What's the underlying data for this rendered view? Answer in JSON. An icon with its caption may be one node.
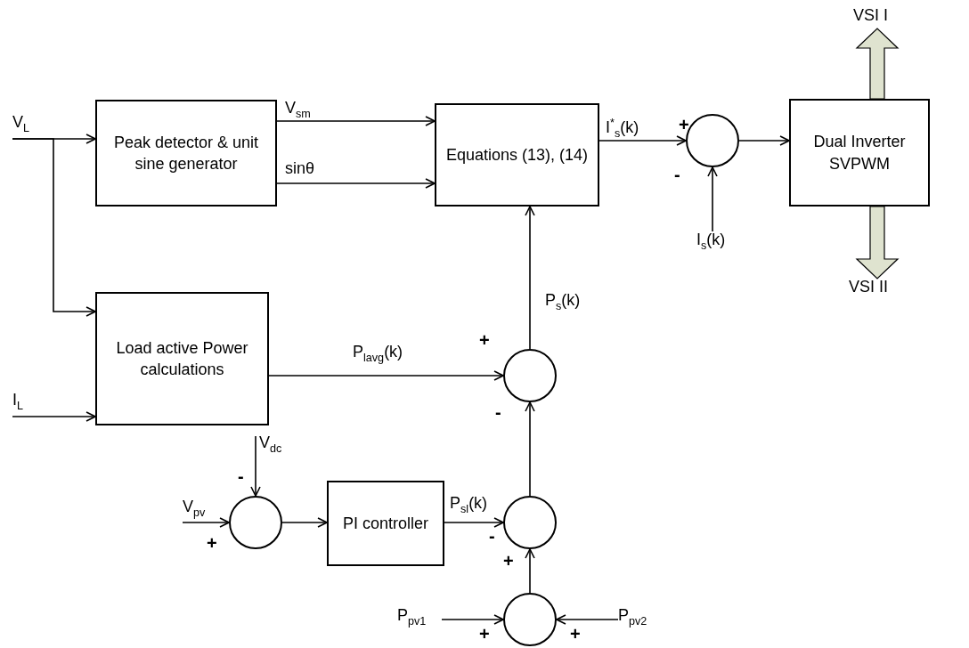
{
  "diagram": {
    "nodes": [
      {
        "text": [
          "V$_{L}$"
        ]
      },
      {
        "text": [
          "Peak detector & unit sine generator"
        ]
      },
      {
        "text": [
          "Equations (13), (14)"
        ]
      },
      {
        "text": [],
        "shape": "circle"
      },
      {
        "text": [
          "Dual Inverter SVPWM"
        ]
      },
      {
        "text": [
          "VSI I"
        ]
      },
      {
        "text": [
          "VSI II"
        ]
      },
      {
        "text": [
          "I$_{s}$(k)"
        ]
      },
      {
        "text": [
          "Load active Power calculations"
        ]
      },
      {
        "text": [
          "I$_{L}$"
        ]
      },
      {
        "text": [],
        "shape": "circle"
      },
      {
        "text": [
          "V$_{dc}$"
        ]
      },
      {
        "text": [
          "V$_{pv}$"
        ]
      },
      {
        "text": [],
        "shape": "circle"
      },
      {
        "text": [
          "PI controller"
        ]
      },
      {
        "text": [],
        "shape": "circle"
      },
      {
        "text": [
          "P$_{pv1}$"
        ]
      },
      {
        "text": [],
        "shape": "circle"
      },
      {
        "text": [
          "P$_{pv2}$"
        ]
      }
    ],
    "edges": [
      {
        "from": 0,
        "to": 1,
        "arrow": "to"
      },
      {
        "from": 0,
        "to": 8,
        "arrow": "to"
      },
      {
        "from": 1,
        "to": 2,
        "label": "V$_{sm}$",
        "arrow": "to"
      },
      {
        "from": 1,
        "to": 2,
        "label": "sinθ",
        "arrow": "to"
      },
      {
        "from": 2,
        "to": 3,
        "label": "I$^{*}$$_{s}$(k)",
        "arrow": "to"
      },
      {
        "from": 3,
        "to": 4,
        "arrow": "to"
      },
      {
        "from": 10,
        "to": 2,
        "label": "P$_{s}$(k)",
        "arrow": "to"
      },
      {
        "from": 8,
        "to": 10,
        "label": "P$_{lavg}$(k)",
        "arrow": "to"
      },
      {
        "from": 15,
        "to": 10,
        "arrow": "to"
      },
      {
        "from": 14,
        "to": 15,
        "label": "P$_{sl}$(k)",
        "arrow": "to"
      },
      {
        "from": 17,
        "to": 15,
        "arrow": "to"
      },
      {
        "from": 16,
        "to": 17,
        "arrow": "to"
      },
      {
        "from": 18,
        "to": 17,
        "arrow": "to"
      },
      {
        "from": 9,
        "to": 8,
        "arrow": "to"
      },
      {
        "from": 12,
        "to": 13,
        "arrow": "to"
      },
      {
        "from": 11,
        "to": 13,
        "arrow": "to"
      },
      {
        "from": 13,
        "to": 14,
        "arrow": "to"
      },
      {
        "from": 7,
        "to": 3,
        "arrow": "to"
      },
      {
        "from": 4,
        "to": 5,
        "arrow": "to",
        "style": "thick",
        "color": "#dfe3cf"
      },
      {
        "from": 4,
        "to": 6,
        "arrow": "to",
        "style": "thick",
        "color": "#dfe3cf"
      }
    ],
    "labels": [
      "+",
      "-",
      "+",
      "-",
      "-",
      "-",
      "+",
      "+",
      "+",
      "+"
    ]
  }
}
